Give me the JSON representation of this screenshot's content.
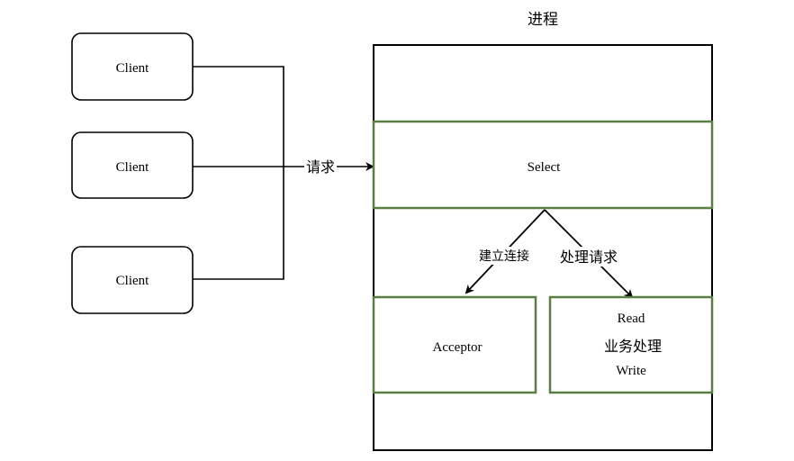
{
  "process": {
    "title": "进程"
  },
  "clients": [
    {
      "label": "Client"
    },
    {
      "label": "Client"
    },
    {
      "label": "Client"
    }
  ],
  "edges": {
    "request": "请求",
    "establish_connection": "建立连接",
    "handle_request": "处理请求"
  },
  "select": {
    "label": "Select"
  },
  "acceptor": {
    "label": "Acceptor"
  },
  "handler": {
    "line1": "Read",
    "line2": "业务处理",
    "line3": "Write"
  },
  "colors": {
    "stroke": "#000000",
    "green_border": "#5a7f45",
    "background": "#ffffff"
  }
}
